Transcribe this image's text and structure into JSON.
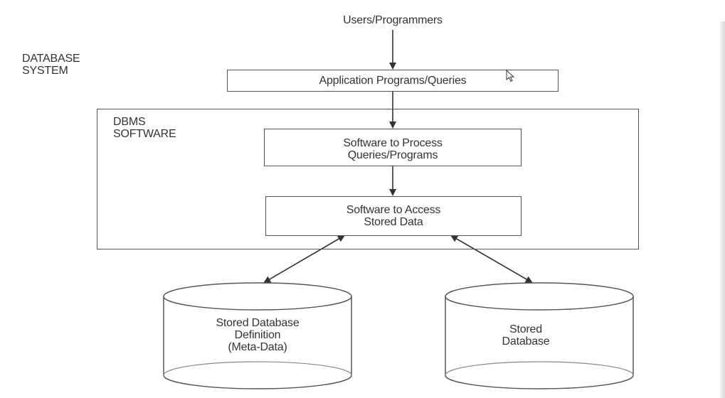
{
  "heading_fragment": "",
  "users": "Users/Programmers",
  "system_label": [
    "DATABASE",
    "SYSTEM"
  ],
  "app_box": "Application Programs/Queries",
  "dbms_label": [
    "DBMS",
    "SOFTWARE"
  ],
  "process_box": [
    "Software to Process",
    "Queries/Programs"
  ],
  "access_box": [
    "Software to Access",
    "Stored Data"
  ],
  "left_db": [
    "Stored Database",
    "Definition",
    "(Meta-Data)"
  ],
  "right_db": [
    "Stored",
    "Database"
  ],
  "colors": {
    "line": "#555555",
    "text": "#333333",
    "heading": "#2a2a7a"
  }
}
